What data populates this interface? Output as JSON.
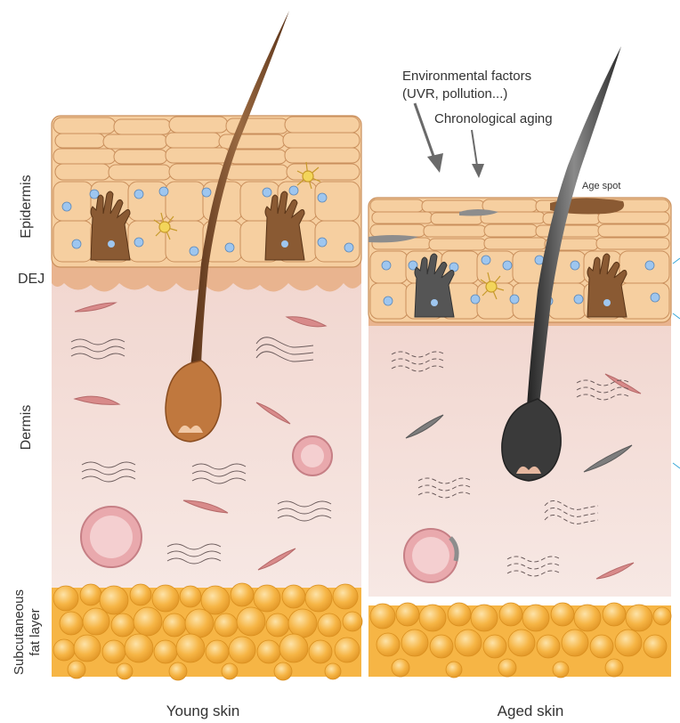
{
  "labels": {
    "epidermis": "Epidermis",
    "dej": "DEJ",
    "dermis": "Dermis",
    "subcutaneous_line1": "Subcutaneous",
    "subcutaneous_line2": "fat layer",
    "env_factors_line1": "Environmental factors",
    "env_factors_line2": "(UVR, pollution...)",
    "chrono_aging": "Chronological aging",
    "age_spot": "Age spot",
    "young_skin": "Young skin",
    "aged_skin": "Aged skin"
  },
  "colors": {
    "keratinocyte": "#f6cfa0",
    "keratinocyte_outline": "#c98f5c",
    "dermis": "#f6e3df",
    "dej": "#e9b48f",
    "fat": "#f6b545",
    "fat_outline": "#d98f1f",
    "hair_young": "#7a4a25",
    "hair_aged": "#444444",
    "melanocyte_young": "#8a5a33",
    "melanocyte_aged": "#555555",
    "nucleus": "#9ec6ef",
    "fibroblast": "#d88a8a",
    "fibroblast_aged": "#7d7d7d",
    "vessel": "#e9a9ad"
  }
}
